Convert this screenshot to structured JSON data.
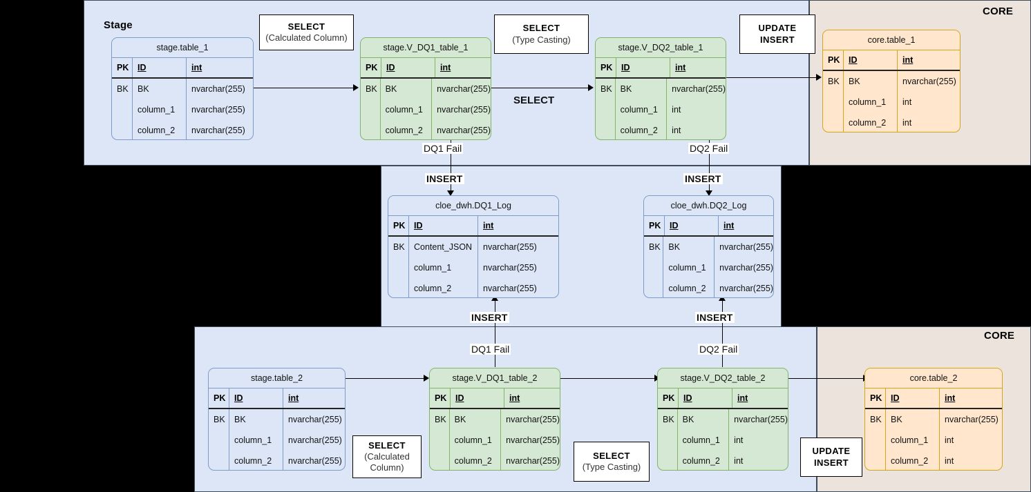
{
  "zones": {
    "stage_top": {
      "label": "Stage"
    },
    "core_top": {
      "label": "CORE"
    },
    "core_bottom": {
      "label": "CORE"
    }
  },
  "column_headers": {
    "key": "PK",
    "name": "ID",
    "type": "int"
  },
  "tables": [
    {
      "id": "stage-table-1",
      "title": "stage.table_1",
      "style": "blue",
      "key_row": "BK",
      "rows": [
        {
          "name": "BK",
          "type": "nvarchar(255)"
        },
        {
          "name": "column_1",
          "type": "nvarchar(255)"
        },
        {
          "name": "column_2",
          "type": "nvarchar(255)"
        }
      ]
    },
    {
      "id": "stage-v-dq1-table-1",
      "title": "stage.V_DQ1_table_1",
      "style": "green",
      "key_row": "BK",
      "rows": [
        {
          "name": "BK",
          "type": "nvarchar(255)"
        },
        {
          "name": "column_1",
          "type": "nvarchar(255)"
        },
        {
          "name": "column_2",
          "type": "nvarchar(255)"
        }
      ]
    },
    {
      "id": "stage-v-dq2-table-1",
      "title": "stage.V_DQ2_table_1",
      "style": "green",
      "key_row": "BK",
      "rows": [
        {
          "name": "BK",
          "type": "nvarchar(255)"
        },
        {
          "name": "column_1",
          "type": "int"
        },
        {
          "name": "column_2",
          "type": "int"
        }
      ]
    },
    {
      "id": "core-table-1",
      "title": "core.table_1",
      "style": "orange",
      "key_row": "BK",
      "rows": [
        {
          "name": "BK",
          "type": "nvarchar(255)"
        },
        {
          "name": "column_1",
          "type": "int"
        },
        {
          "name": "column_2",
          "type": "int"
        }
      ]
    },
    {
      "id": "cloe-dwh-dq1-log",
      "title": "cloe_dwh.DQ1_Log",
      "style": "blue",
      "key_row": "BK",
      "rows": [
        {
          "name": "Content_JSON",
          "type": "nvarchar(255)"
        },
        {
          "name": "column_1",
          "type": "nvarchar(255)"
        },
        {
          "name": "column_2",
          "type": "nvarchar(255)"
        }
      ]
    },
    {
      "id": "cloe-dwh-dq2-log",
      "title": "cloe_dwh.DQ2_Log",
      "style": "blue",
      "key_row": "BK",
      "rows": [
        {
          "name": "BK",
          "type": "nvarchar(255)"
        },
        {
          "name": "column_1",
          "type": "nvarchar(255)"
        },
        {
          "name": "column_2",
          "type": "nvarchar(255)"
        }
      ]
    },
    {
      "id": "stage-table-2",
      "title": "stage.table_2",
      "style": "blue",
      "key_row": "BK",
      "rows": [
        {
          "name": "BK",
          "type": "nvarchar(255)"
        },
        {
          "name": "column_1",
          "type": "nvarchar(255)"
        },
        {
          "name": "column_2",
          "type": "nvarchar(255)"
        }
      ]
    },
    {
      "id": "stage-v-dq1-table-2",
      "title": "stage.V_DQ1_table_2",
      "style": "green",
      "key_row": "BK",
      "rows": [
        {
          "name": "BK",
          "type": "nvarchar(255)"
        },
        {
          "name": "column_1",
          "type": "nvarchar(255)"
        },
        {
          "name": "column_2",
          "type": "nvarchar(255)"
        }
      ]
    },
    {
      "id": "stage-v-dq2-table-2",
      "title": "stage.V_DQ2_table_2",
      "style": "green",
      "key_row": "BK",
      "rows": [
        {
          "name": "BK",
          "type": "nvarchar(255)"
        },
        {
          "name": "column_1",
          "type": "int"
        },
        {
          "name": "column_2",
          "type": "int"
        }
      ]
    },
    {
      "id": "core-table-2",
      "title": "core.table_2",
      "style": "orange",
      "key_row": "BK",
      "rows": [
        {
          "name": "BK",
          "type": "nvarchar(255)"
        },
        {
          "name": "column_1",
          "type": "int"
        },
        {
          "name": "column_2",
          "type": "int"
        }
      ]
    }
  ],
  "notes": [
    {
      "id": "note-select-calc-1",
      "line1": "SELECT",
      "line2": "(Calculated Column)"
    },
    {
      "id": "note-select-cast-1",
      "line1": "SELECT",
      "line2": "(Type Casting)"
    },
    {
      "id": "note-update-insert-1",
      "line1": "UPDATE",
      "line2": "INSERT"
    },
    {
      "id": "note-select-calc-2",
      "line1": "SELECT",
      "line2": "(Calculated Column)"
    },
    {
      "id": "note-select-cast-2",
      "line1": "SELECT",
      "line2": "(Type Casting)"
    },
    {
      "id": "note-update-insert-2",
      "line1": "UPDATE",
      "line2": "INSERT"
    }
  ],
  "edge_labels": {
    "select_mid_top": "SELECT",
    "dq1_fail_top": "DQ1 Fail",
    "dq2_fail_top": "DQ2 Fail",
    "insert_top_dq1": "INSERT",
    "insert_top_dq2": "INSERT",
    "insert_bottom_dq1": "INSERT",
    "insert_bottom_dq2": "INSERT",
    "dq1_fail_bottom": "DQ1 Fail",
    "dq2_fail_bottom": "DQ2 Fail"
  },
  "colors": {
    "stage_zone": "#dce6f7",
    "core_zone": "#ece3dc",
    "table_blue_border": "#7e9ac8",
    "table_green_fill": "#d5e8d4",
    "table_green_border": "#82b366",
    "table_orange_fill": "#ffe6cc",
    "table_orange_border": "#d6a419"
  }
}
